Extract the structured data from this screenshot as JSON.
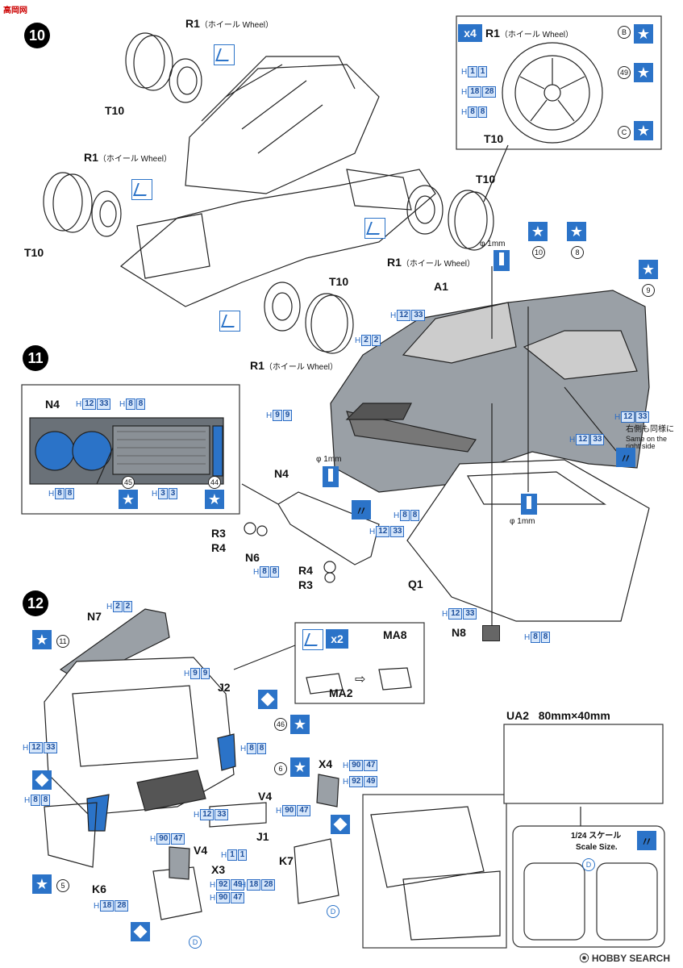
{
  "watermark_top": "高岡网",
  "watermark_bottom": "HOBBY SEARCH",
  "steps": {
    "s10": "10",
    "s11": "11",
    "s12": "12"
  },
  "parts": {
    "r1_wheel_jp": "（ホイール Wheel）",
    "r1": "R1",
    "t10": "T10",
    "a1": "A1",
    "n4": "N4",
    "n6": "N6",
    "r3": "R3",
    "r4": "R4",
    "q1": "Q1",
    "n7": "N7",
    "n8": "N8",
    "j1": "J1",
    "j2": "J2",
    "x3": "X3",
    "x4": "X4",
    "v4": "V4",
    "k6": "K6",
    "k7": "K7",
    "ma2": "MA2",
    "ma8": "MA8",
    "ua2": "UA2",
    "ua2_size": "80mm×40mm"
  },
  "callouts": {
    "x4": "x4",
    "x2": "x2",
    "phi1mm": "φ 1mm",
    "same_other_side_jp": "右側も同様に",
    "same_other_side_en": "Same on the right side",
    "scale_jp": "1/24 スケール",
    "scale_en": "Scale Size."
  },
  "paint": {
    "h1": "1",
    "h18": "18",
    "h28": "28",
    "h8": "8",
    "h12": "12",
    "h33": "33",
    "h2": "2",
    "h9": "9",
    "h3": "3",
    "h90": "90",
    "h47": "47",
    "h92": "92",
    "h49": "49",
    "H": "H"
  },
  "decal_numbers": {
    "b": "B",
    "c": "C",
    "d": "D",
    "n49": "49",
    "n10": "10",
    "n8": "8",
    "n9": "9",
    "n45": "45",
    "n44": "44",
    "n11": "11",
    "n46": "46",
    "n6": "6",
    "n5": "5"
  },
  "colors": {
    "accent": "#2b73c8",
    "light_blue": "#d6e6fa"
  }
}
